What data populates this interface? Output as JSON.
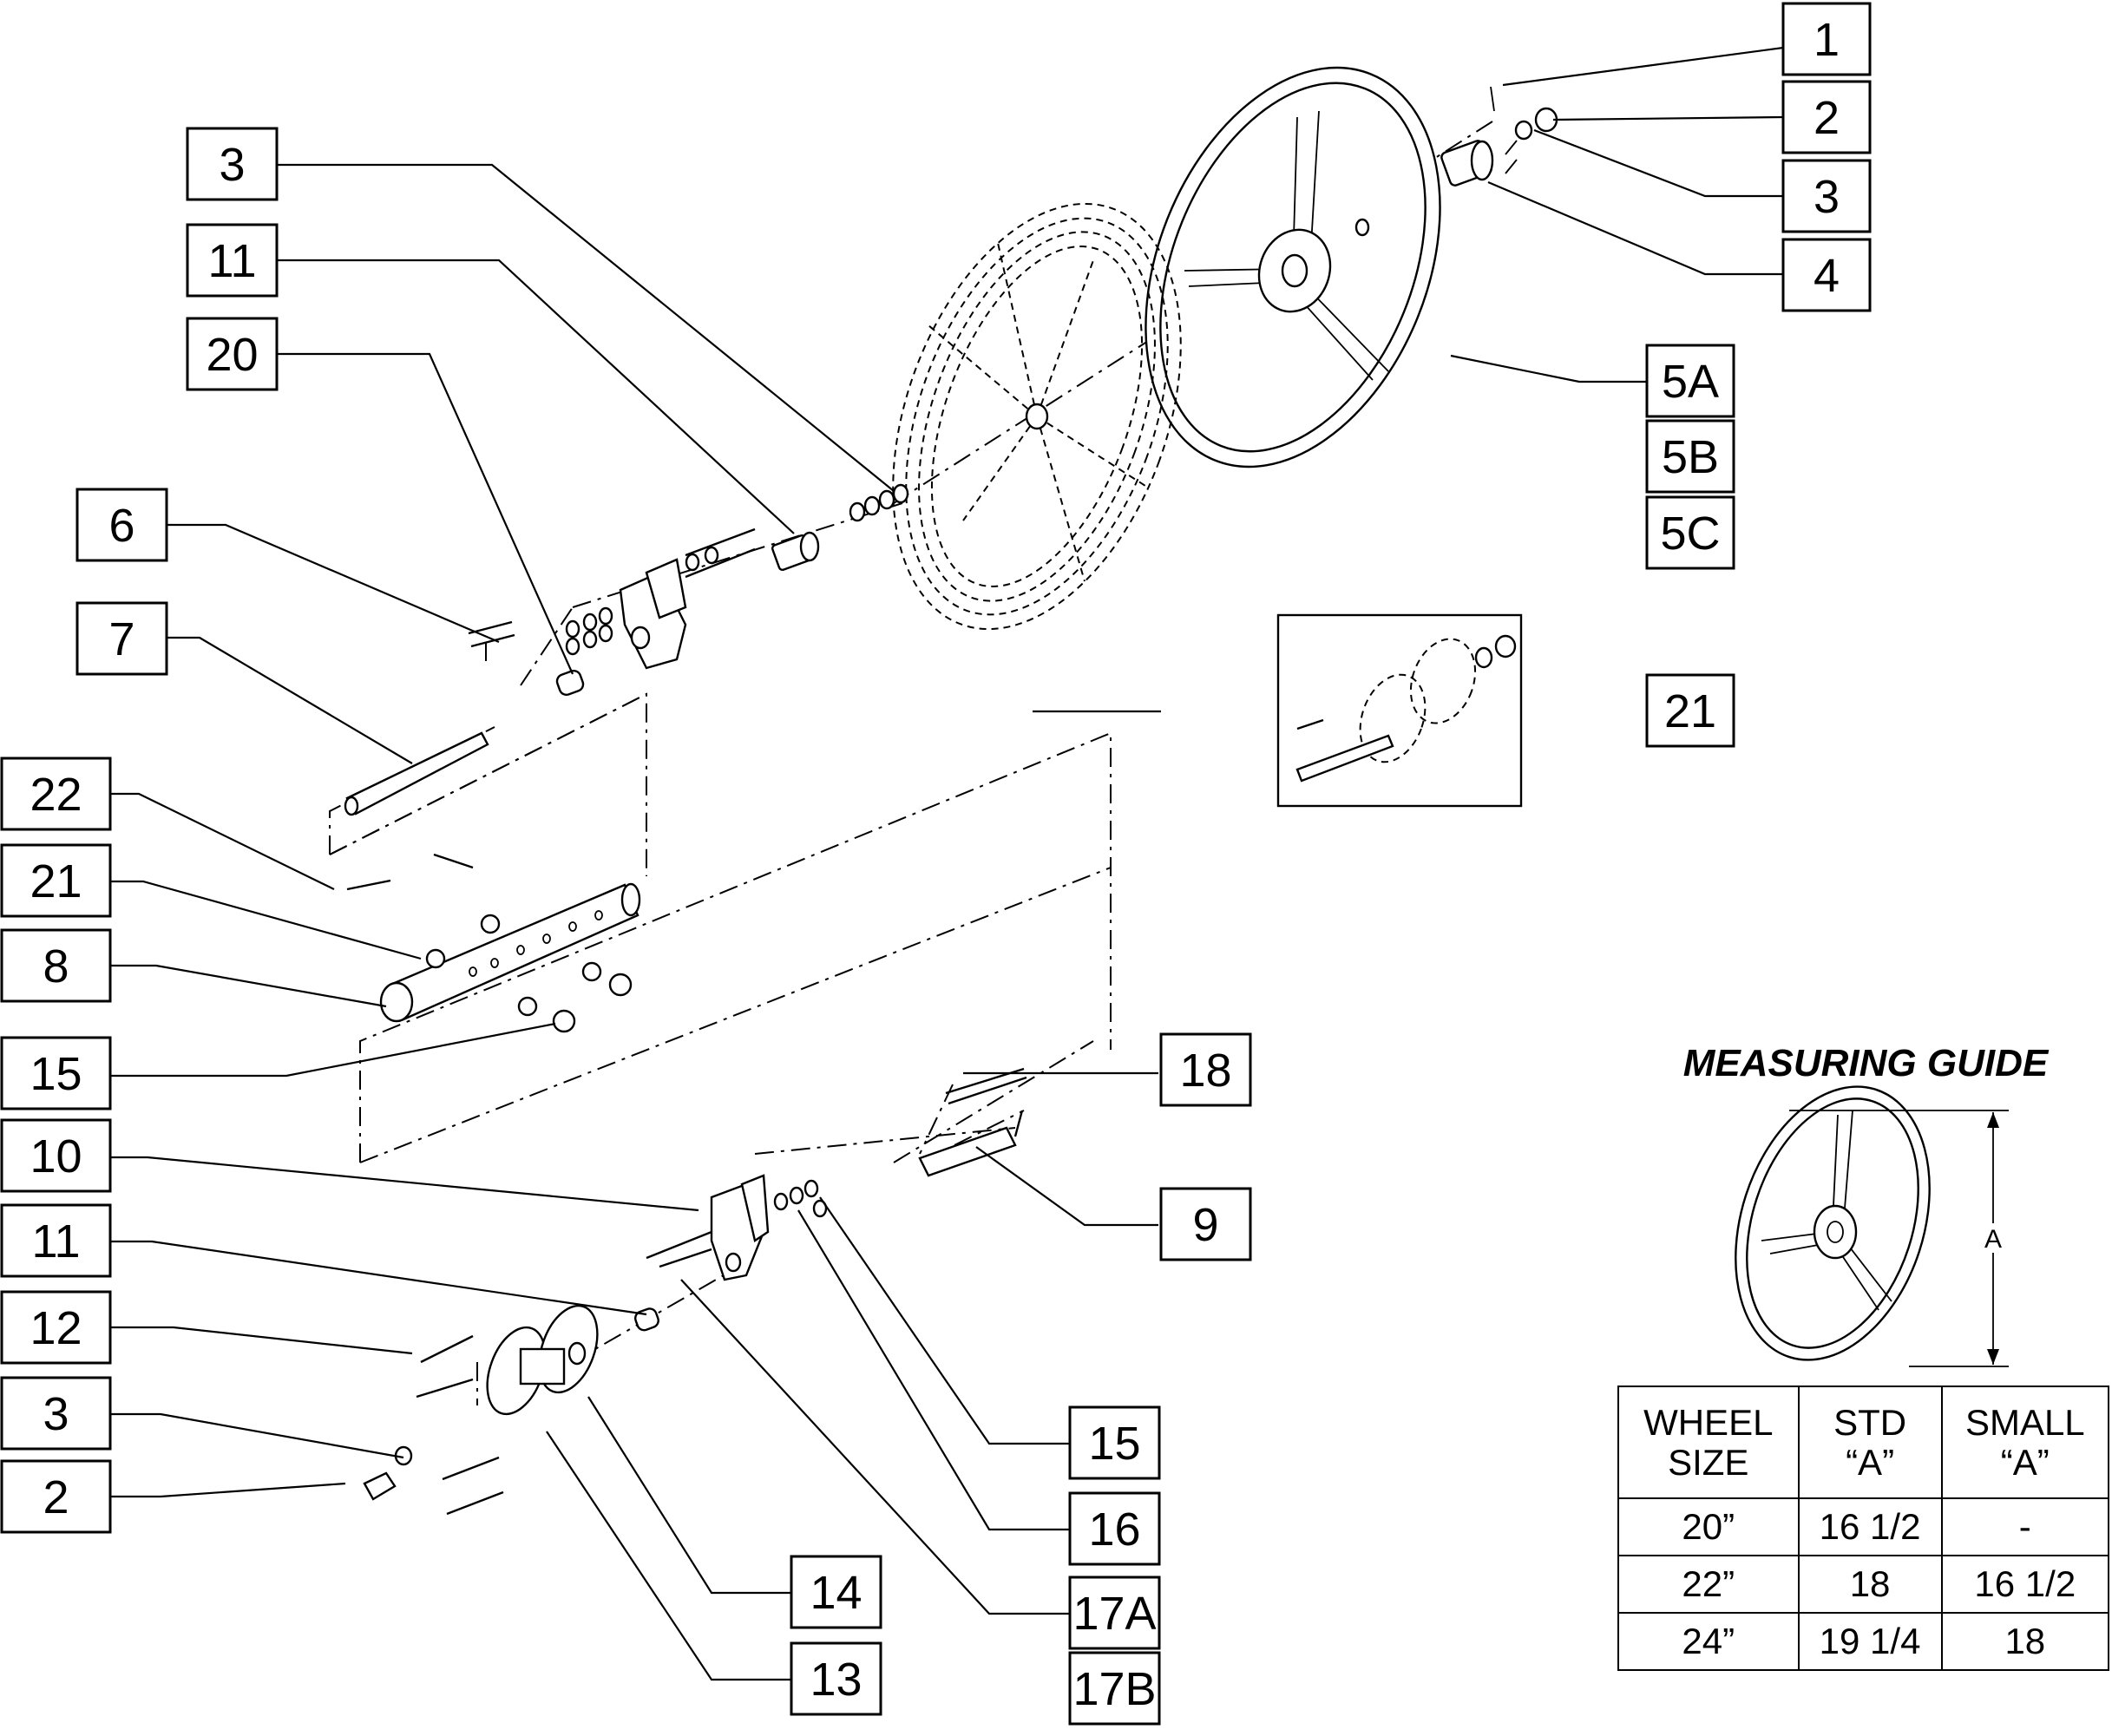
{
  "callouts": [
    {
      "id": "c1",
      "label": "1"
    },
    {
      "id": "c2",
      "label": "2"
    },
    {
      "id": "c3",
      "label": "3"
    },
    {
      "id": "c4",
      "label": "4"
    },
    {
      "id": "c5a",
      "label": "5A"
    },
    {
      "id": "c5b",
      "label": "5B"
    },
    {
      "id": "c5c",
      "label": "5C"
    },
    {
      "id": "c3b",
      "label": "3"
    },
    {
      "id": "c11",
      "label": "11"
    },
    {
      "id": "c20",
      "label": "20"
    },
    {
      "id": "c6",
      "label": "6"
    },
    {
      "id": "c7",
      "label": "7"
    },
    {
      "id": "c22",
      "label": "22"
    },
    {
      "id": "c21",
      "label": "21"
    },
    {
      "id": "c8",
      "label": "8"
    },
    {
      "id": "c15",
      "label": "15"
    },
    {
      "id": "c10",
      "label": "10"
    },
    {
      "id": "c11b",
      "label": "11"
    },
    {
      "id": "c12",
      "label": "12"
    },
    {
      "id": "c3c",
      "label": "3"
    },
    {
      "id": "c2b",
      "label": "2"
    },
    {
      "id": "c21b",
      "label": "21"
    },
    {
      "id": "c18",
      "label": "18"
    },
    {
      "id": "c9",
      "label": "9"
    },
    {
      "id": "c15b",
      "label": "15"
    },
    {
      "id": "c16",
      "label": "16"
    },
    {
      "id": "c17a",
      "label": "17A"
    },
    {
      "id": "c17b",
      "label": "17B"
    },
    {
      "id": "c14",
      "label": "14"
    },
    {
      "id": "c13",
      "label": "13"
    }
  ],
  "guide": {
    "title": "MEASURING GUIDE",
    "dimension_label": "A"
  },
  "table": {
    "headers": [
      [
        "WHEEL",
        "SIZE"
      ],
      [
        "STD",
        "“A”"
      ],
      [
        "SMALL",
        "“A”"
      ]
    ],
    "rows": [
      [
        "20”",
        "16 1/2",
        "-"
      ],
      [
        "22”",
        "18",
        "16 1/2"
      ],
      [
        "24”",
        "19 1/4",
        "18"
      ]
    ]
  }
}
